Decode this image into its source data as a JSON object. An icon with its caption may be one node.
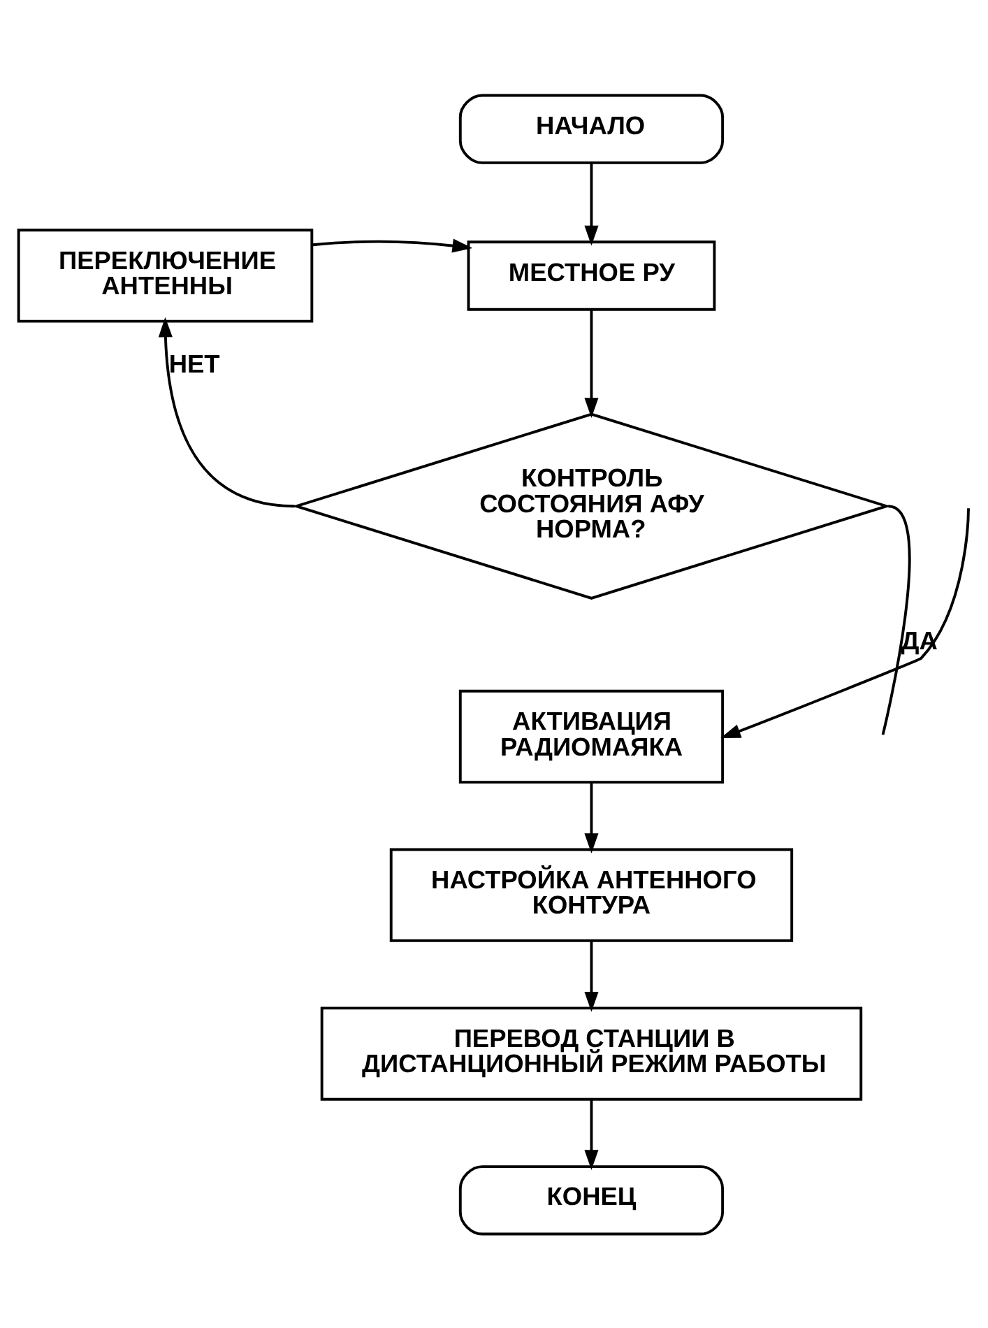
{
  "diagram": {
    "nodes": [
      {
        "text": [
          "НАЧАЛО"
        ]
      },
      {
        "text": [
          "ПЕРЕКЛЮЧЕНИЕ АНТЕННЫ"
        ]
      },
      {
        "text": [
          "МЕСТНОЕ РУ"
        ]
      },
      {
        "text": [
          "КОНТРОЛЬ СОСТОЯНИЯ АФУ НОРМА?"
        ]
      },
      {
        "text": [
          "АКТИВАЦИЯ РАДИОМАЯКА"
        ]
      },
      {
        "text": [
          "НАСТРОЙКА АНТЕННОГО КОНТУРА"
        ]
      },
      {
        "text": [
          "ПЕРЕВОД СТАНЦИИ В ДИСТАНЦИОННЫЙ РЕЖИМ РАБОТЫ"
        ]
      },
      {
        "text": [
          "КОНЕЦ"
        ]
      }
    ],
    "edges": [
      {
        "from": 0,
        "to": 2,
        "arrow": "to"
      },
      {
        "from": 1,
        "to": 2,
        "arrow": "to"
      },
      {
        "from": 2,
        "to": 3,
        "arrow": "to"
      },
      {
        "from": 3,
        "to": 1,
        "arrow": "to",
        "label": "НЕТ"
      },
      {
        "from": 3,
        "to": null,
        "arrow": "none",
        "label": "ДА"
      },
      {
        "from": null,
        "to": 4,
        "arrow": "to"
      },
      {
        "from": 4,
        "to": 5,
        "arrow": "to"
      },
      {
        "from": 5,
        "to": 6,
        "arrow": "to"
      },
      {
        "from": 6,
        "to": 7,
        "arrow": "to"
      }
    ]
  }
}
